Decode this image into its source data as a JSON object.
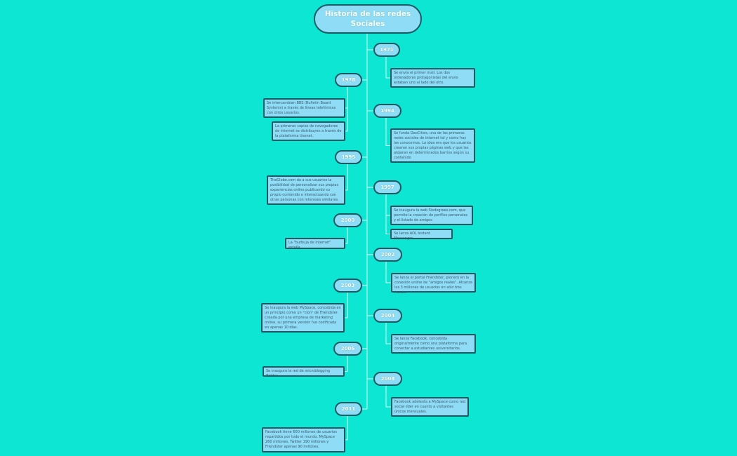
{
  "title": "Historia de las redes Sociales",
  "colors": {
    "background": "#0ce6d3",
    "node_fill": "#8fdcf7",
    "node_border": "#1b5a62",
    "connector": "#d8f7f3"
  },
  "events": [
    {
      "year": "1971",
      "notes": [
        "Se envía el primer mail. Los dos ordenadores protagonistas del envío estaban uno al lado del otro."
      ]
    },
    {
      "year": "1978",
      "notes": [
        "Se intercambian BBS (Bulletin Board Systems) a través de líneas telefónicas con otros usuarios.",
        "La primeras copias de navegadores de internet se distribuyen a través de la plataforma Usenet."
      ]
    },
    {
      "year": "1994",
      "notes": [
        "Se funda GeoCities, una de las primeras redes sociales de internet tal y como hoy las conocemos. La idea era que los usuarios crearan sus propias páginas web y que las alojaran en determinados barrios según su contenido"
      ]
    },
    {
      "year": "1995",
      "notes": [
        "TheGlobe.com da a sus usuarios la posibilidad de personalizar sus propias experiencias online publicando su propio contenido e interactuando con otras personas con intereses similares."
      ]
    },
    {
      "year": "1997",
      "notes": [
        "Se inaugura la web Sixdegrees.com, que permite la creación de perfiles personales y el listado de amigos",
        "Se lanza AOL Instant Messenger."
      ]
    },
    {
      "year": "2000",
      "notes": [
        "La \"burbuja de internet\" estalla."
      ]
    },
    {
      "year": "2002",
      "notes": [
        "Se lanza el portal Friendster, pionero en la conexión online de \"amigos reales\". Alcanza los 3 millones de usuarios en sólo tres meses."
      ]
    },
    {
      "year": "2003",
      "notes": [
        "Se inaugura la web MySpace, concebida en un principio como un \"clon\" de Friendster. Creada por una empresa de marketing online, su primera versión fue codificada en apenas 10 días."
      ]
    },
    {
      "year": "2004",
      "notes": [
        "Se lanza Facebook, concebida originalmente como una plataforma para conectar a estudiantes universitarios."
      ]
    },
    {
      "year": "2006",
      "notes": [
        "Se inaugura la red de microblogging Twitter."
      ]
    },
    {
      "year": "2008",
      "notes": [
        "Facebook adelanta a MySpace como red social líder en cuanto a visitantes únicos mensuales."
      ]
    },
    {
      "year": "2011",
      "notes": [
        "Facebook tiene 600 millones de usuarios repartidos por todo el mundo, MySpace 260 millones, Twitter 190 millones y Friendster apenas 90 millones."
      ]
    }
  ]
}
